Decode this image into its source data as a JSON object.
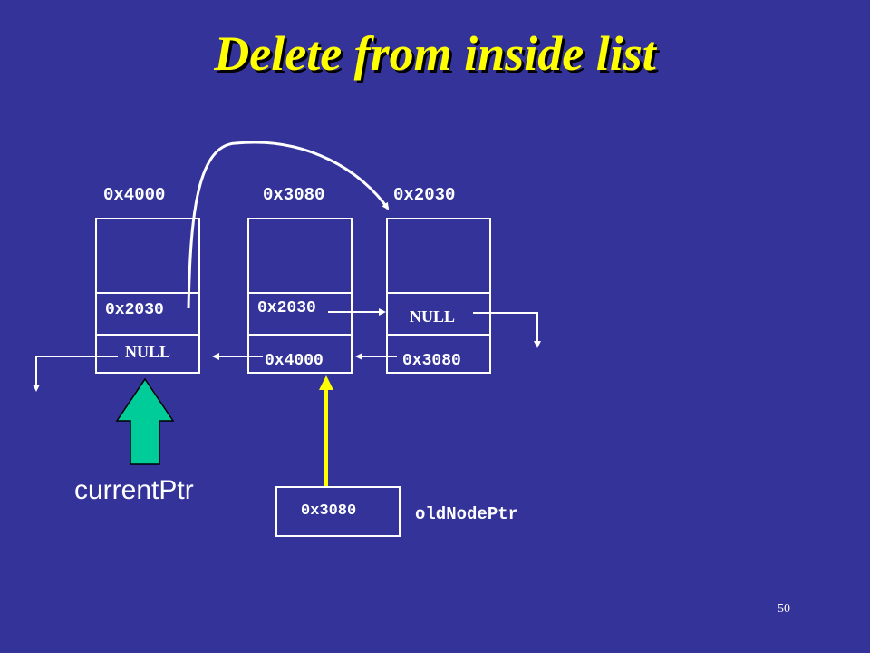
{
  "title": "Delete from inside list",
  "nodes": [
    {
      "address": "0x4000",
      "data": "",
      "next": "0x2030",
      "prev": "NULL"
    },
    {
      "address": "0x3080",
      "data": "",
      "next": "0x2030",
      "prev": "0x4000"
    },
    {
      "address": "0x2030",
      "data": "",
      "next": "NULL",
      "prev": "0x3080"
    }
  ],
  "current_ptr": {
    "label": "currentPtr"
  },
  "old_node_ptr": {
    "label": "oldNodePtr",
    "value": "0x3080"
  },
  "colors": {
    "background": "#333399",
    "title": "#ffff00",
    "current_arrow": "#00cc99",
    "old_arrow": "#ffff00"
  },
  "page_number": "50"
}
